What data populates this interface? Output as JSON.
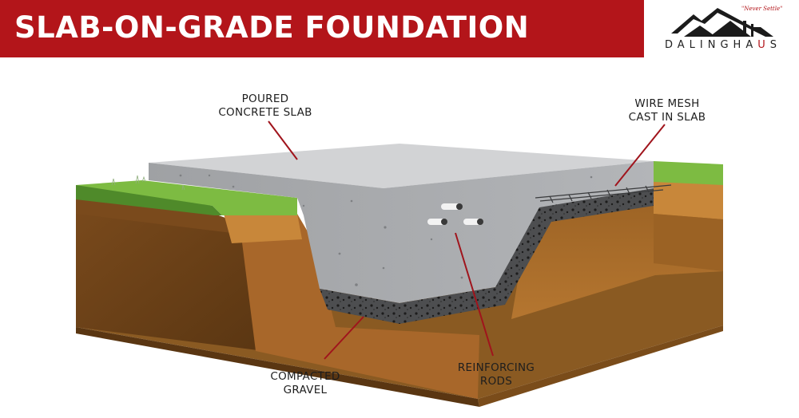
{
  "header": {
    "title": "SLAB-ON-GRADE FOUNDATION",
    "background_color": "#b3151a"
  },
  "logo": {
    "tagline": "\"Never Settle\"",
    "wordmark_prefix": "DALINGHA",
    "wordmark_accent": "U",
    "wordmark_suffix": "S",
    "icon": "house-roof-icon"
  },
  "callouts": [
    {
      "id": "poured-concrete-slab",
      "line1": "POURED",
      "line2": "CONCRETE SLAB"
    },
    {
      "id": "wire-mesh",
      "line1": "WIRE MESH",
      "line2": "CAST IN SLAB"
    },
    {
      "id": "compacted-gravel",
      "line1": "COMPACTED",
      "line2": "GRAVEL"
    },
    {
      "id": "reinforcing-rods",
      "line1": "REINFORCING",
      "line2": "RODS"
    }
  ],
  "colors": {
    "leader_line": "#a0141c",
    "concrete_top": "#cfd0d2",
    "concrete_face": "#a7a9ac",
    "gravel": "#4a4b4d",
    "grass": "#7dbb42",
    "soil_light": "#c8873a",
    "soil_mid": "#a8672a",
    "soil_dark": "#6e4418"
  }
}
